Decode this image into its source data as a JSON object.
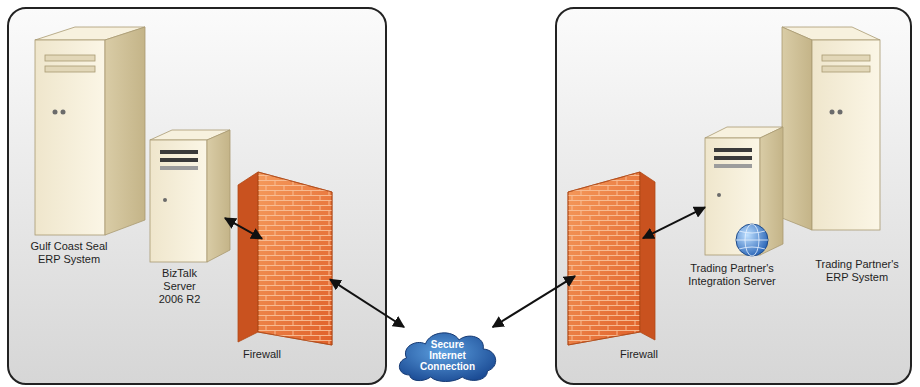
{
  "diagram": {
    "nodes": [
      {
        "text": [
          "Gulf Coast Seal ERP System"
        ]
      },
      {
        "text": [
          "BizTalk Server 2006 R2"
        ]
      },
      {
        "text": [
          "Firewall"
        ]
      },
      {
        "text": [
          "Secure Internet Connection"
        ]
      },
      {
        "text": [
          "Firewall"
        ]
      },
      {
        "text": [
          "Trading Partner's Integration Server"
        ]
      },
      {
        "text": [
          "Trading Partner's ERP System"
        ]
      }
    ],
    "edges": [
      {
        "from": 1,
        "to": 2,
        "arrow": "both"
      },
      {
        "from": 2,
        "to": 3,
        "arrow": "both"
      },
      {
        "from": 3,
        "to": 4,
        "arrow": "both"
      },
      {
        "from": 4,
        "to": 5,
        "arrow": "both"
      }
    ]
  }
}
